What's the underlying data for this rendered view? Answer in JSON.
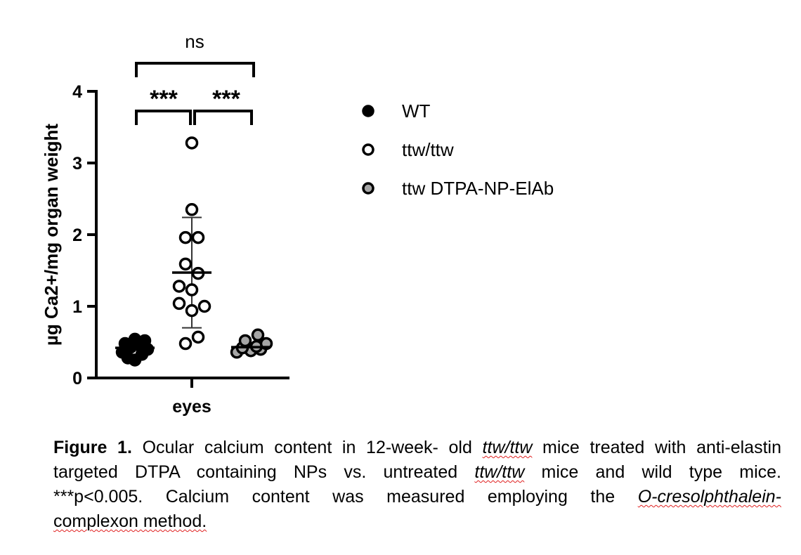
{
  "chart_data": {
    "type": "scatter",
    "title": "",
    "xlabel": "eyes",
    "ylabel": "µg Ca2+/mg organ weight",
    "ylim": [
      0,
      4
    ],
    "yticks": [
      "0",
      "1",
      "2",
      "3",
      "4"
    ],
    "categories": [
      "eyes"
    ],
    "series": [
      {
        "name": "WT",
        "fill": "#000000",
        "mean": 0.42,
        "values": [
          0.25,
          0.28,
          0.33,
          0.36,
          0.4,
          0.43,
          0.46,
          0.48,
          0.52,
          0.54
        ]
      },
      {
        "name": "ttw/ttw",
        "fill": "#ffffff",
        "mean": 1.47,
        "sd_low": 0.7,
        "sd_high": 2.24,
        "values": [
          3.28,
          2.35,
          1.96,
          1.96,
          1.59,
          1.46,
          1.28,
          1.23,
          1.04,
          1.0,
          0.94,
          0.57,
          0.48
        ]
      },
      {
        "name": "ttw DTPA-NP-ElAb",
        "fill": "#a6a6a6",
        "mean": 0.43,
        "values": [
          0.36,
          0.38,
          0.4,
          0.42,
          0.44,
          0.48,
          0.52,
          0.6
        ]
      }
    ],
    "annotations": [
      {
        "text": "***",
        "between": [
          "WT",
          "ttw/ttw"
        ]
      },
      {
        "text": "***",
        "between": [
          "ttw/ttw",
          "ttw DTPA-NP-ElAb"
        ]
      },
      {
        "text": "ns",
        "between": [
          "WT",
          "ttw DTPA-NP-ElAb"
        ]
      }
    ],
    "legend_position": "right"
  },
  "caption": {
    "label": "Figure 1.",
    "l1a": " Ocular calcium content in 12-week- old ",
    "l1i": "ttw/ttw",
    "l1b": " mice treated with anti-elastin",
    "l2a": "targeted DTPA containing NPs vs. untreated ",
    "l2i": "ttw/ttw",
    "l2b": " mice and wild type mice.",
    "l3a": "***p<0.005. Calcium content was measured employing the ",
    "l3i": "O-cresolphthalein-",
    "l4": "complexon method."
  }
}
